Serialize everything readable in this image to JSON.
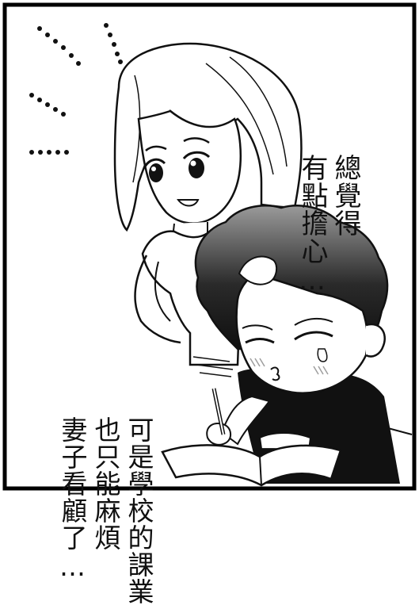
{
  "speech_top": {
    "lines": [
      "總覺得",
      "有點擔心…"
    ]
  },
  "speech_bottom": {
    "lines": [
      "可是學校的課業",
      "也只能麻煩",
      "妻子看顧了…"
    ]
  },
  "colors": {
    "ink": "#111111",
    "paper": "#ffffff",
    "border": "#000000",
    "hair_dark": "#2a2a2a",
    "hair_light": "#9a9a9a",
    "blush": "#bdbdbd"
  },
  "icons": [
    "worry-dots",
    "speed-lines"
  ]
}
